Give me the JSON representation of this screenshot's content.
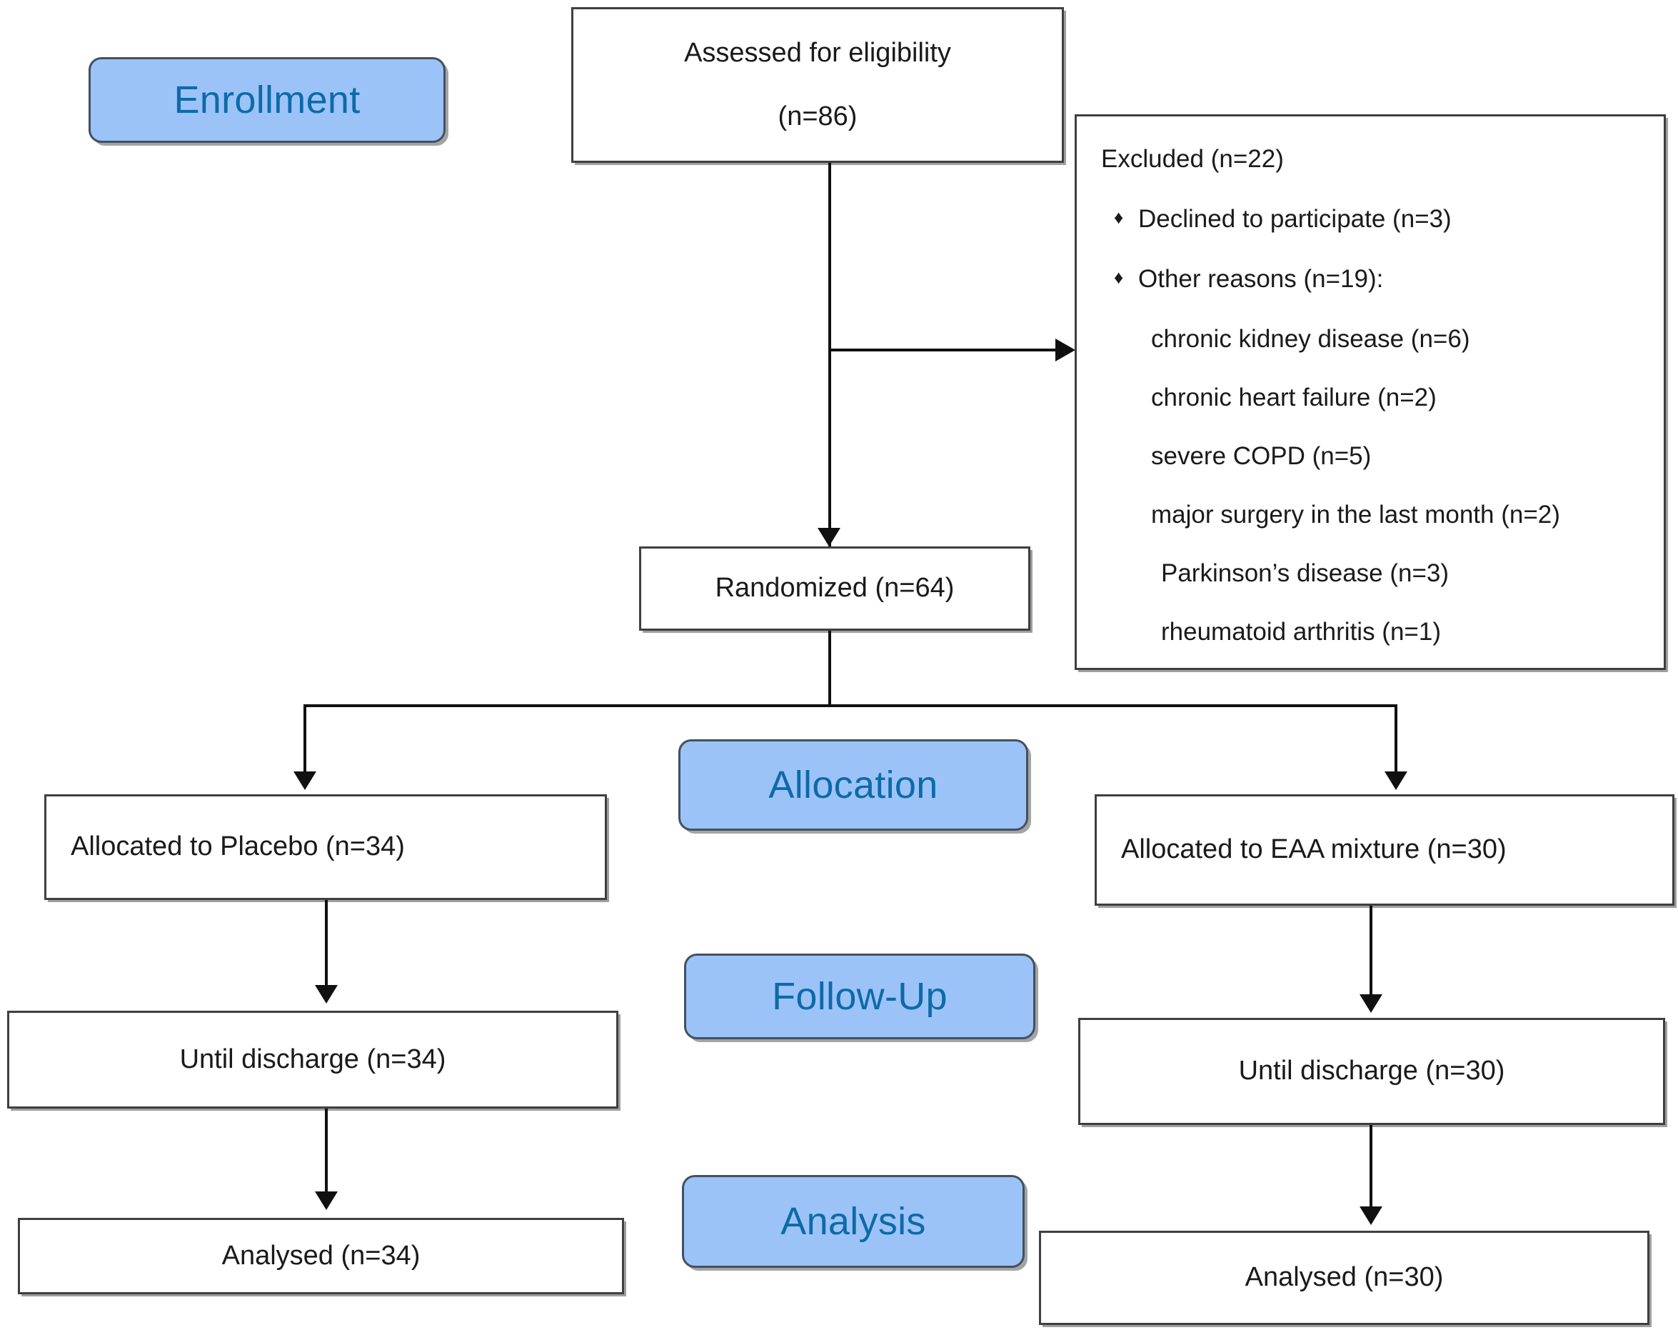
{
  "diagram": {
    "type": "consort-flow-diagram",
    "colors": {
      "badge_fill": "#9CC3F7",
      "badge_text": "#0D6AA8",
      "badge_border": "#44505E",
      "box_border": "#3F3F3F",
      "box_text": "#1A1A1A",
      "connector": "#101010",
      "background": "#FFFFFF"
    }
  },
  "stages": {
    "enrollment": "Enrollment",
    "allocation": "Allocation",
    "followup": "Follow-Up",
    "analysis": "Analysis"
  },
  "nodes": {
    "assessed": {
      "line1": "Assessed for eligibility",
      "line2": "(n=86)"
    },
    "randomized": "Randomized (n=64)",
    "excluded": {
      "heading": "Excluded (n=22)",
      "bullet_glyph": "♦",
      "bullets": [
        "Declined to participate (n=3)",
        "Other reasons (n=19):"
      ],
      "reasons": [
        "chronic kidney disease  (n=6)",
        "chronic heart failure (n=2)",
        "severe COPD (n=5)",
        "major surgery in the last month  (n=2)",
        "Parkinson’s disease (n=3)",
        "rheumatoid arthritis (n=1)"
      ]
    },
    "allocated_left": "Allocated to Placebo (n=34)",
    "allocated_right": "Allocated to EAA mixture (n=30)",
    "followup_left": "Until discharge (n=34)",
    "followup_right": "Until discharge (n=30)",
    "analysed_left": "Analysed (n=34)",
    "analysed_right": "Analysed (n=30)"
  }
}
